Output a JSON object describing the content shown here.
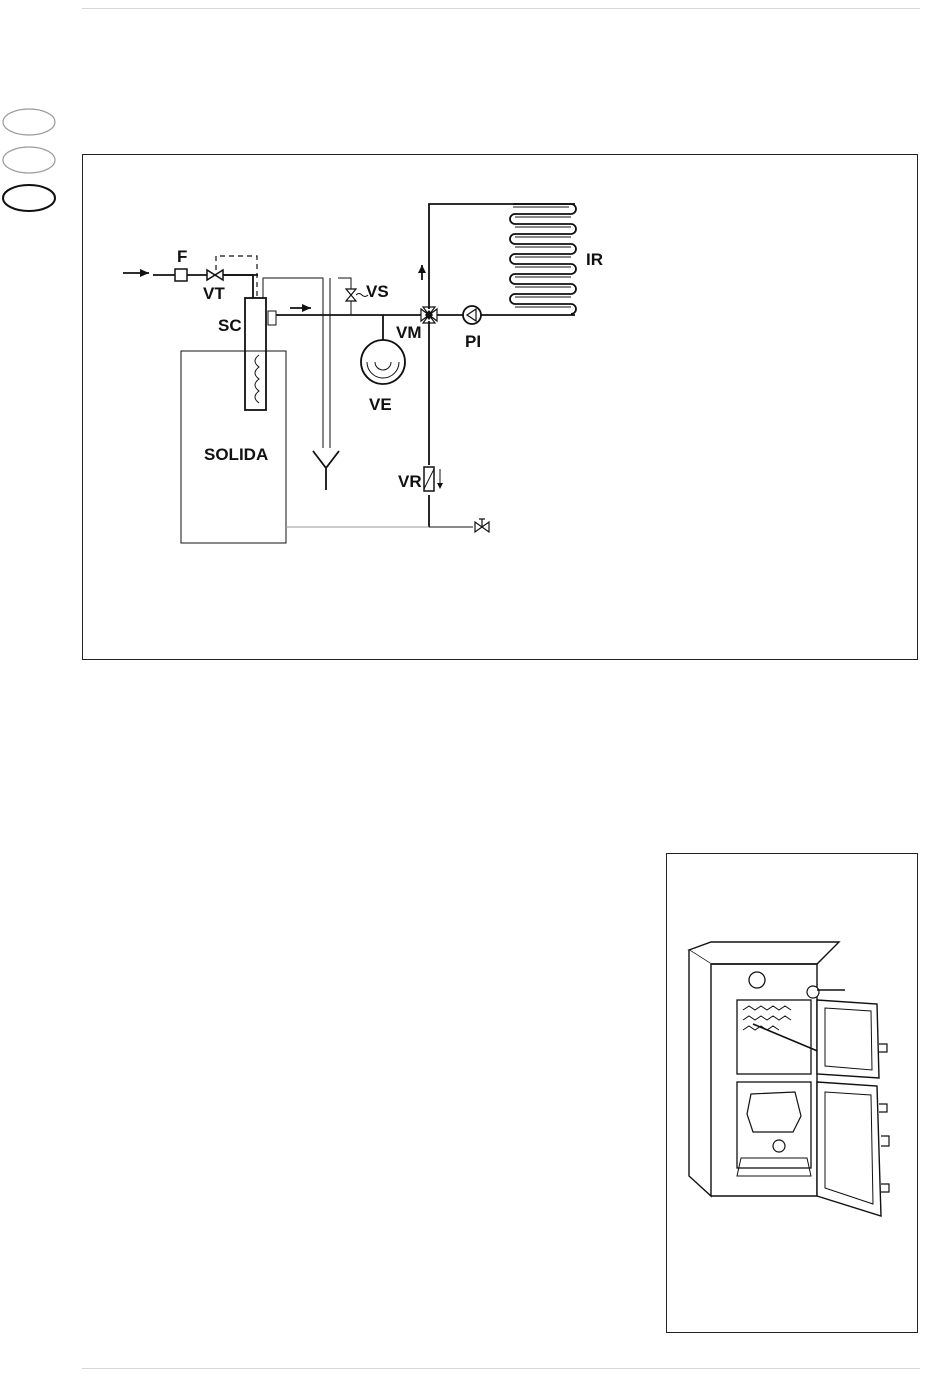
{
  "labels": {
    "F": "F",
    "VT": "VT",
    "SC": "SC",
    "VS": "VS",
    "VM": "VM",
    "VE": "VE",
    "PI": "PI",
    "IR": "IR",
    "VR": "VR",
    "SOLIDA": "SOLIDA"
  }
}
